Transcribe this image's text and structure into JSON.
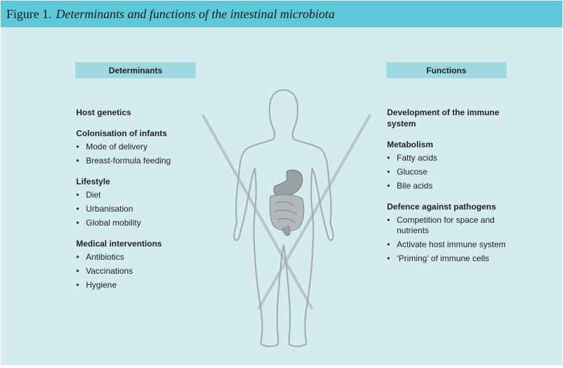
{
  "figure": {
    "label": "Figure 1.",
    "caption": "Determinants and functions of the intestinal microbiota"
  },
  "determinants": {
    "header": "Determinants",
    "groups": [
      {
        "title": "Host genetics",
        "items": []
      },
      {
        "title": "Colonisation of infants",
        "items": [
          "Mode of delivery",
          "Breast-formula feeding"
        ]
      },
      {
        "title": "Lifestyle",
        "items": [
          "Diet",
          "Urbanisation",
          "Global mobility"
        ]
      },
      {
        "title": "Medical interventions",
        "items": [
          "Antibiotics",
          "Vaccinations",
          "Hygiene"
        ]
      }
    ]
  },
  "functions": {
    "header": "Functions",
    "groups": [
      {
        "title": "Development of the immune system",
        "items": []
      },
      {
        "title": "Metabolism",
        "items": [
          "Fatty acids",
          "Glucose",
          "Bile acids"
        ]
      },
      {
        "title": "Defence against pathogens",
        "items": [
          "Competition for space and nutrients",
          "Activate host immune system",
          "‘Priming’ of immune cells"
        ]
      }
    ]
  },
  "colors": {
    "title_bar": "#5dc8d9",
    "background": "#d4ebf0",
    "header_box": "#9ed8e3"
  }
}
